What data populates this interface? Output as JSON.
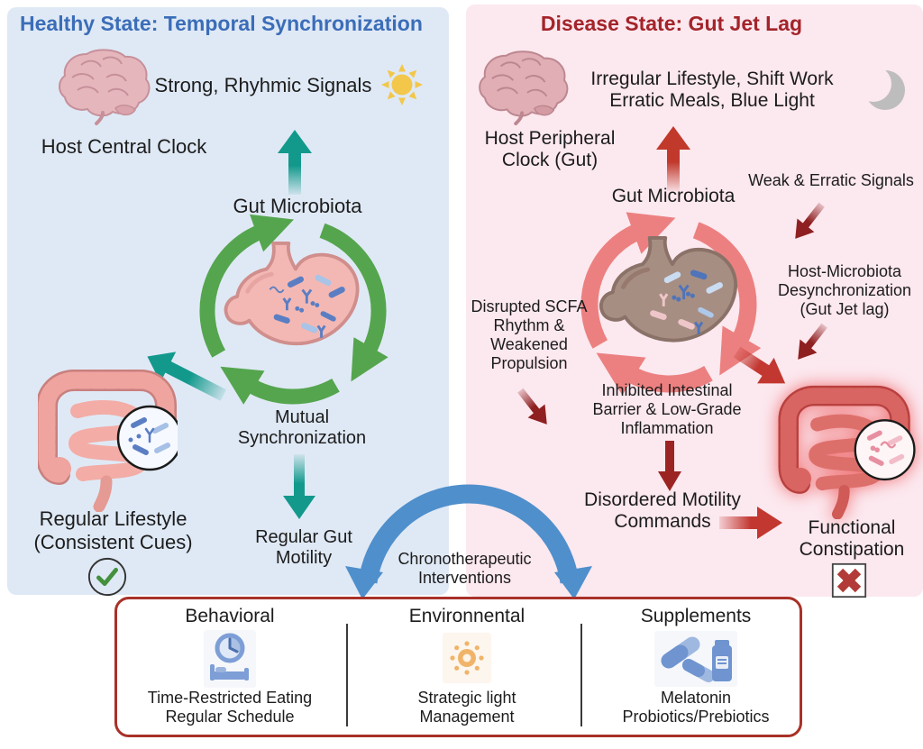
{
  "healthy_panel": {
    "title": "Healthy State: Temporal Synchronization",
    "host_clock_label": "Host Central Clock",
    "signals_label": "Strong, Rhyhmic Signals",
    "gut_microbiota_label": "Gut Microbiota",
    "mutual_sync_label": "Mutual\nSynchronization",
    "regular_motility_label": "Regular Gut\nMotility",
    "lifestyle_label": "Regular Lifestyle\n(Consistent Cues)"
  },
  "disease_panel": {
    "title": "Disease State: Gut Jet Lag",
    "lifestyle_label": "Irregular Lifestyle, Shift Work\nErratic Meals, Blue Light",
    "host_clock_label": "Host Peripheral\nClock (Gut)",
    "gut_microbiota_label": "Gut Microbiota",
    "weak_signals_label": "Weak & Erratic Signals",
    "desync_label": "Host-Microbiota\nDesynchronization\n(Gut Jet lag)",
    "scfa_label": "Disrupted SCFA\nRhythm &\nWeakened\nPropulsion",
    "barrier_label": "Inhibited Intestinal\nBarrier & Low-Grade\nInflammation",
    "motility_label": "Disordered Motility\nCommands",
    "constipation_label": "Functional\nConstipation"
  },
  "interventions": {
    "arch_label": "Chronotherapeutic\nInterventions",
    "columns": [
      {
        "title": "Behavioral",
        "icon": "clock-bed-icon",
        "description": "Time-Restricted Eating\nRegular Schedule"
      },
      {
        "title": "Environnental",
        "icon": "sun-icon",
        "description": "Strategic light\nManagement"
      },
      {
        "title": "Supplements",
        "icon": "pills-icon",
        "description": "Melatonin\nProbiotics/Prebiotics"
      }
    ]
  },
  "colors": {
    "healthy_bg": "#dfe9f5",
    "healthy_title": "#3b6db8",
    "disease_bg": "#fce8ef",
    "disease_title": "#a3242a",
    "teal_arrow": "#12998c",
    "green_cycle": "#55a54e",
    "red_cycle": "#ec8080",
    "red_arrow": "#c23730",
    "dark_red_arrow": "#8e2021",
    "blue_arch": "#4f8fcc",
    "box_border": "#a93128",
    "check_green": "#44903c",
    "cross_red": "#b23a38",
    "sun_yellow": "#f2c74a",
    "moon_gray": "#bdbdbd",
    "icon_blue": "#7d9ed6",
    "sun_orange": "#f0b469"
  }
}
